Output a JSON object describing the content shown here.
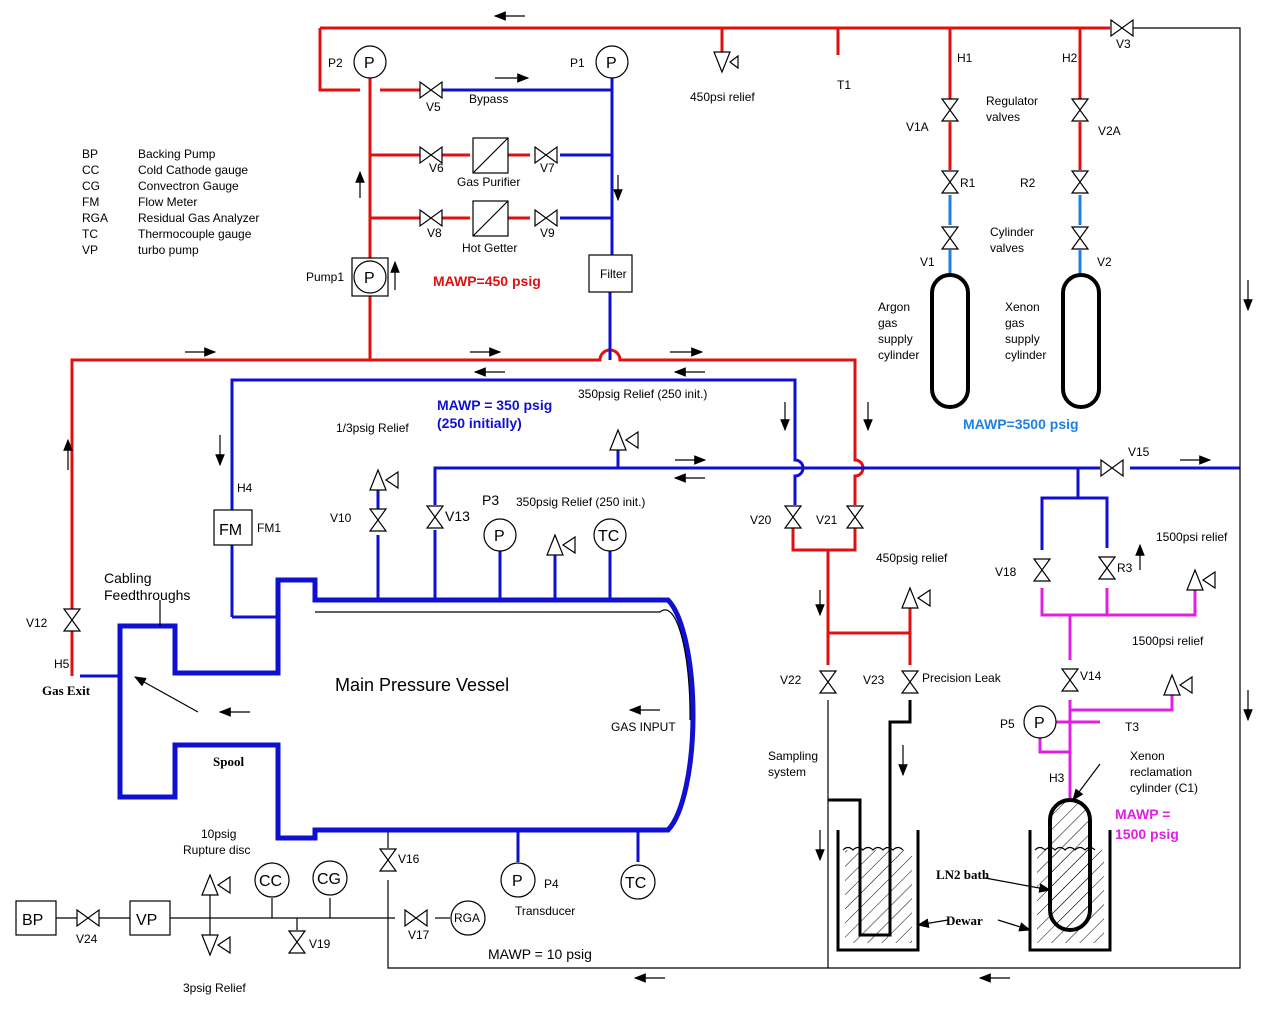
{
  "title": "Main Pressure Vessel",
  "legend": [
    {
      "abbr": "BP",
      "text": "Backing Pump"
    },
    {
      "abbr": "CC",
      "text": "Cold Cathode gauge"
    },
    {
      "abbr": "CG",
      "text": "Convectron Gauge"
    },
    {
      "abbr": "FM",
      "text": "Flow Meter"
    },
    {
      "abbr": "RGA",
      "text": "Residual Gas Analyzer"
    },
    {
      "abbr": "TC",
      "text": "Thermocouple gauge"
    },
    {
      "abbr": "VP",
      "text": "turbo pump"
    }
  ],
  "mawp": {
    "red": "MAWP=450 psig",
    "blue1": "MAWP = 350 psig",
    "blue2": "(250 initially)",
    "lightblue": "MAWP=3500 psig",
    "magenta1": "MAWP =",
    "magenta2": "1500 psig",
    "black": "MAWP = 10 psig"
  },
  "labels": {
    "bypass": "Bypass",
    "gas_purifier": "Gas Purifier",
    "hot_getter": "Hot Getter",
    "pump1": "Pump1",
    "filter": "Filter",
    "relief_450_top": "450psi relief",
    "t1": "T1",
    "h1": "H1",
    "h2": "H2",
    "h3": "H3",
    "h4": "H4",
    "h5": "H5",
    "t3": "T3",
    "regulator_1": "Regulator",
    "regulator_2": "valves",
    "cylinder_1": "Cylinder",
    "cylinder_2": "valves",
    "argon": [
      "Argon",
      "gas",
      "supply",
      "cylinder"
    ],
    "xenon": [
      "Xenon",
      "gas",
      "supply",
      "cylinder"
    ],
    "relief_350_top": "350psig Relief (250 init.)",
    "relief_350_mid": "350psig Relief (250 init.)",
    "relief_13": "1/3psig Relief",
    "cabling_1": "Cabling",
    "cabling_2": "Feedthroughs",
    "gas_exit": "Gas Exit",
    "spool": "Spool",
    "gas_input": "GAS INPUT",
    "rupture_1": "10psig",
    "rupture_2": "Rupture disc",
    "relief_3": "3psig Relief",
    "transducer": "Transducer",
    "relief_450_mid": "450psig relief",
    "precision_leak": "Precision Leak",
    "sampling_1": "Sampling",
    "sampling_2": "system",
    "relief_1500_a": "1500psi relief",
    "relief_1500_b": "1500psi relief",
    "xenon_recl": [
      "Xenon",
      "reclamation",
      "cylinder (C1)"
    ],
    "ln2": "LN2 bath",
    "dewar": "Dewar"
  },
  "instruments": {
    "p": "P",
    "tc": "TC",
    "cc": "CC",
    "cg": "CG",
    "bp": "BP",
    "vp": "VP",
    "rga": "RGA",
    "fm": "FM",
    "p1": "P1",
    "p2": "P2",
    "p3": "P3",
    "p4": "P4",
    "p5": "P5",
    "fm1": "FM1",
    "r1": "R1",
    "r2": "R2",
    "r3": "R3"
  },
  "valves": {
    "v1": "V1",
    "v1a": "V1A",
    "v2": "V2",
    "v2a": "V2A",
    "v3": "V3",
    "v5": "V5",
    "v6": "V6",
    "v7": "V7",
    "v8": "V8",
    "v9": "V9",
    "v10": "V10",
    "v12": "V12",
    "v13": "V13",
    "v14": "V14",
    "v15": "V15",
    "v16": "V16",
    "v17": "V17",
    "v18": "V18",
    "v19": "V19",
    "v20": "V20",
    "v21": "V21",
    "v22": "V22",
    "v23": "V23",
    "v24": "V24"
  },
  "colors": {
    "red": "#e01010",
    "blue": "#1010d0",
    "lightblue": "#2080e0",
    "magenta": "#e020e0",
    "black": "#000000"
  }
}
